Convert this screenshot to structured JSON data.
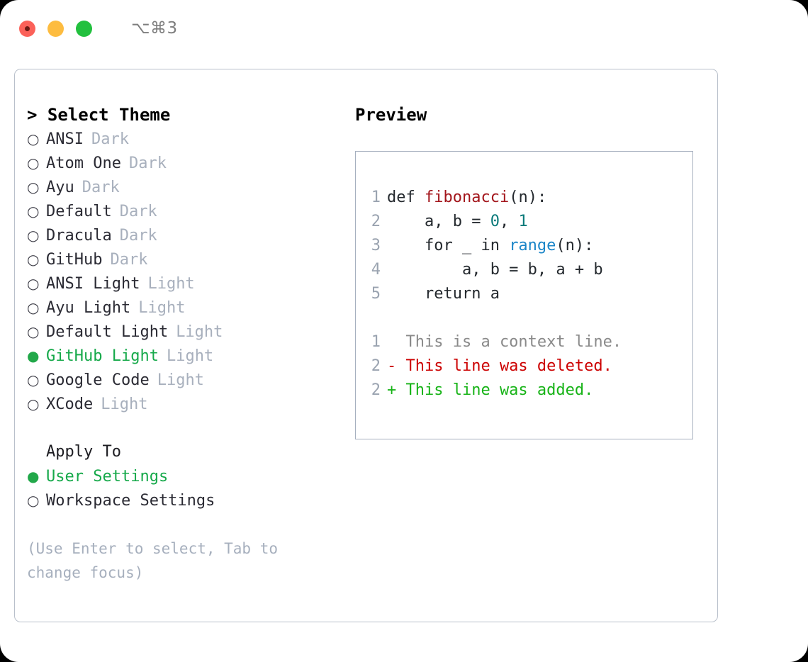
{
  "window": {
    "title": "⌥⌘3",
    "traffic_lights": [
      "close",
      "minimize",
      "maximize"
    ]
  },
  "theme_section": {
    "heading": "> Select Theme",
    "items": [
      {
        "bullet": "○",
        "name": "ANSI",
        "variant": "Dark",
        "selected": false
      },
      {
        "bullet": "○",
        "name": "Atom One",
        "variant": "Dark",
        "selected": false
      },
      {
        "bullet": "○",
        "name": "Ayu",
        "variant": "Dark",
        "selected": false
      },
      {
        "bullet": "○",
        "name": "Default",
        "variant": "Dark",
        "selected": false
      },
      {
        "bullet": "○",
        "name": "Dracula",
        "variant": "Dark",
        "selected": false
      },
      {
        "bullet": "○",
        "name": "GitHub",
        "variant": "Dark",
        "selected": false
      },
      {
        "bullet": "○",
        "name": "ANSI Light",
        "variant": "Light",
        "selected": false
      },
      {
        "bullet": "○",
        "name": "Ayu Light",
        "variant": "Light",
        "selected": false
      },
      {
        "bullet": "○",
        "name": "Default Light",
        "variant": "Light",
        "selected": false
      },
      {
        "bullet": "●",
        "name": "GitHub Light",
        "variant": "Light",
        "selected": true
      },
      {
        "bullet": "○",
        "name": "Google Code",
        "variant": "Light",
        "selected": false
      },
      {
        "bullet": "○",
        "name": "XCode",
        "variant": "Light",
        "selected": false
      }
    ]
  },
  "apply_section": {
    "heading": "Apply To",
    "items": [
      {
        "bullet": "●",
        "name": "User Settings",
        "selected": true
      },
      {
        "bullet": "○",
        "name": "Workspace Settings",
        "selected": false
      }
    ]
  },
  "hint": "(Use Enter to select, Tab to change focus)",
  "preview": {
    "heading": "Preview",
    "code_lines": [
      {
        "no": "1",
        "segments": [
          {
            "t": "def ",
            "c": "tok-def"
          },
          {
            "t": "fibonacci",
            "c": "tok-fn"
          },
          {
            "t": "(n):",
            "c": "tok-plain"
          }
        ]
      },
      {
        "no": "2",
        "segments": [
          {
            "t": "    a, b = ",
            "c": "tok-plain"
          },
          {
            "t": "0",
            "c": "tok-num"
          },
          {
            "t": ", ",
            "c": "tok-plain"
          },
          {
            "t": "1",
            "c": "tok-num"
          }
        ]
      },
      {
        "no": "3",
        "segments": [
          {
            "t": "    for _ in ",
            "c": "tok-plain"
          },
          {
            "t": "range",
            "c": "tok-call"
          },
          {
            "t": "(n):",
            "c": "tok-plain"
          }
        ]
      },
      {
        "no": "4",
        "segments": [
          {
            "t": "        a, b = b, a + b",
            "c": "tok-plain"
          }
        ]
      },
      {
        "no": "5",
        "segments": [
          {
            "t": "    return a",
            "c": "tok-plain"
          }
        ]
      }
    ],
    "diff_lines": [
      {
        "no": "1",
        "text": "  This is a context line.",
        "kind": "diff-ctx"
      },
      {
        "no": "2",
        "text": "- This line was deleted.",
        "kind": "diff-del"
      },
      {
        "no": "2",
        "text": "+ This line was added.",
        "kind": "diff-add"
      }
    ]
  },
  "colors": {
    "accent_green": "#16a94a",
    "muted": "#a8b0bd",
    "border": "#b9c0cb",
    "preview_border": "#a6b0bf",
    "code_fn": "#a3161c",
    "code_num": "#0a7a7a",
    "code_call": "#1a85c8",
    "diff_add": "#17b317",
    "diff_del": "#cc0000"
  }
}
